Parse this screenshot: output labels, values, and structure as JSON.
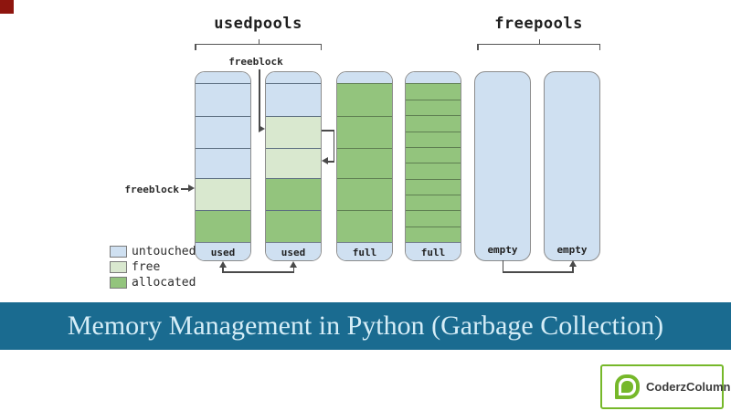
{
  "colors": {
    "untouched": "#cfe0f1",
    "free": "#d9e8cf",
    "allocated": "#93c47d",
    "pool_border": "#8c8c8c",
    "divider_blue": "#5c6e80",
    "divider_green": "#5f7f52",
    "line": "#4a4a4a",
    "banner_bg": "#1a6b90",
    "banner_fg": "#d5edf7",
    "corner_red": "#8e150e",
    "logo_green": "#76b82a",
    "logo_text": "#3d3d3d"
  },
  "diagram": {
    "groups": [
      {
        "label": "usedpools"
      },
      {
        "label": "freepools"
      }
    ],
    "annotations": {
      "freeblock_top": "freeblock",
      "freeblock_left": "freeblock"
    },
    "pools": [
      {
        "label": "used",
        "segments": [
          "untouched",
          "untouched",
          "untouched",
          "free",
          "allocated"
        ]
      },
      {
        "label": "used",
        "segments": [
          "untouched",
          "free",
          "free",
          "allocated",
          "allocated"
        ]
      },
      {
        "label": "full",
        "segments": [
          "allocated",
          "allocated",
          "allocated",
          "allocated",
          "allocated"
        ]
      },
      {
        "label": "full",
        "segments": [
          "allocated",
          "allocated",
          "allocated",
          "allocated",
          "allocated",
          "allocated",
          "allocated",
          "allocated",
          "allocated",
          "allocated"
        ]
      },
      {
        "label": "empty",
        "segments": []
      },
      {
        "label": "empty",
        "segments": []
      }
    ],
    "legend": {
      "items": [
        {
          "label": "untouched",
          "key": "untouched"
        },
        {
          "label": "free",
          "key": "free"
        },
        {
          "label": "allocated",
          "key": "allocated"
        }
      ]
    }
  },
  "banner": {
    "title": "Memory Management in Python (Garbage Collection)"
  },
  "logo": {
    "brand": "CoderzColumn"
  }
}
